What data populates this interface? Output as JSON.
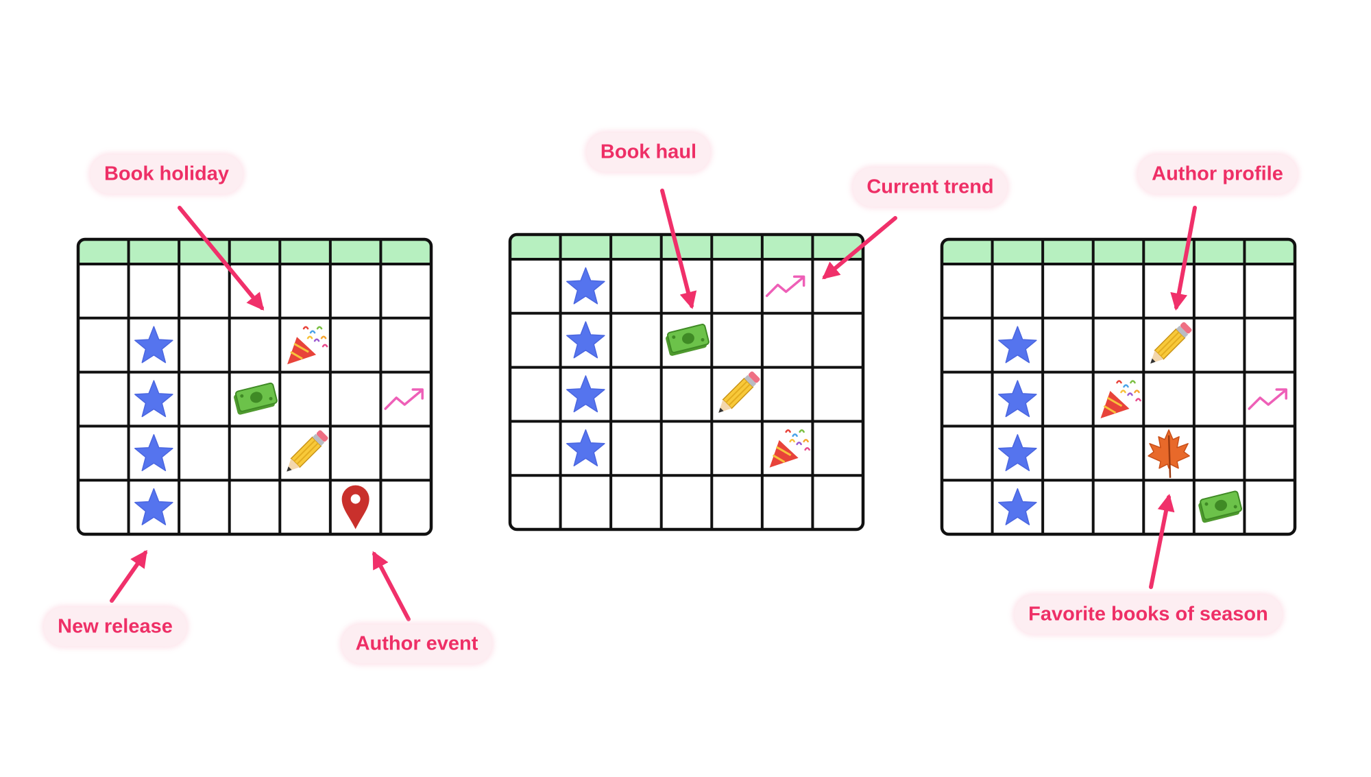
{
  "callouts": {
    "book_holiday": "Book holiday",
    "new_release": "New release",
    "author_event": "Author event",
    "book_haul": "Book haul",
    "current_trend": "Current trend",
    "author_profile": "Author profile",
    "favorite_books": "Favorite books of season"
  },
  "colors": {
    "header": "#b7f0c0",
    "grid_line": "#111111",
    "callout_text": "#ee2f66",
    "callout_bg": "#fdeef2",
    "arrow": "#f0306a",
    "star": "#5574ee"
  },
  "calendars": [
    {
      "name": "calendar-left",
      "rows": 5,
      "cols": 7,
      "icons": [
        {
          "row": 1,
          "col": 1,
          "icon": "star-icon"
        },
        {
          "row": 1,
          "col": 4,
          "icon": "party-popper-icon"
        },
        {
          "row": 2,
          "col": 1,
          "icon": "star-icon"
        },
        {
          "row": 2,
          "col": 3,
          "icon": "money-icon"
        },
        {
          "row": 2,
          "col": 6,
          "icon": "trend-icon"
        },
        {
          "row": 3,
          "col": 1,
          "icon": "star-icon"
        },
        {
          "row": 3,
          "col": 4,
          "icon": "pencil-icon"
        },
        {
          "row": 4,
          "col": 1,
          "icon": "star-icon"
        },
        {
          "row": 4,
          "col": 5,
          "icon": "location-pin-icon"
        }
      ]
    },
    {
      "name": "calendar-middle",
      "rows": 5,
      "cols": 7,
      "icons": [
        {
          "row": 0,
          "col": 1,
          "icon": "star-icon"
        },
        {
          "row": 0,
          "col": 5,
          "icon": "trend-icon"
        },
        {
          "row": 1,
          "col": 1,
          "icon": "star-icon"
        },
        {
          "row": 1,
          "col": 3,
          "icon": "money-icon"
        },
        {
          "row": 2,
          "col": 1,
          "icon": "star-icon"
        },
        {
          "row": 2,
          "col": 4,
          "icon": "pencil-icon"
        },
        {
          "row": 3,
          "col": 1,
          "icon": "star-icon"
        },
        {
          "row": 3,
          "col": 5,
          "icon": "party-popper-icon"
        }
      ]
    },
    {
      "name": "calendar-right",
      "rows": 5,
      "cols": 7,
      "icons": [
        {
          "row": 1,
          "col": 1,
          "icon": "star-icon"
        },
        {
          "row": 1,
          "col": 4,
          "icon": "pencil-icon"
        },
        {
          "row": 2,
          "col": 1,
          "icon": "star-icon"
        },
        {
          "row": 2,
          "col": 3,
          "icon": "party-popper-icon"
        },
        {
          "row": 2,
          "col": 6,
          "icon": "trend-icon"
        },
        {
          "row": 3,
          "col": 1,
          "icon": "star-icon"
        },
        {
          "row": 3,
          "col": 4,
          "icon": "maple-leaf-icon"
        },
        {
          "row": 4,
          "col": 1,
          "icon": "star-icon"
        },
        {
          "row": 4,
          "col": 5,
          "icon": "money-icon"
        }
      ]
    }
  ]
}
